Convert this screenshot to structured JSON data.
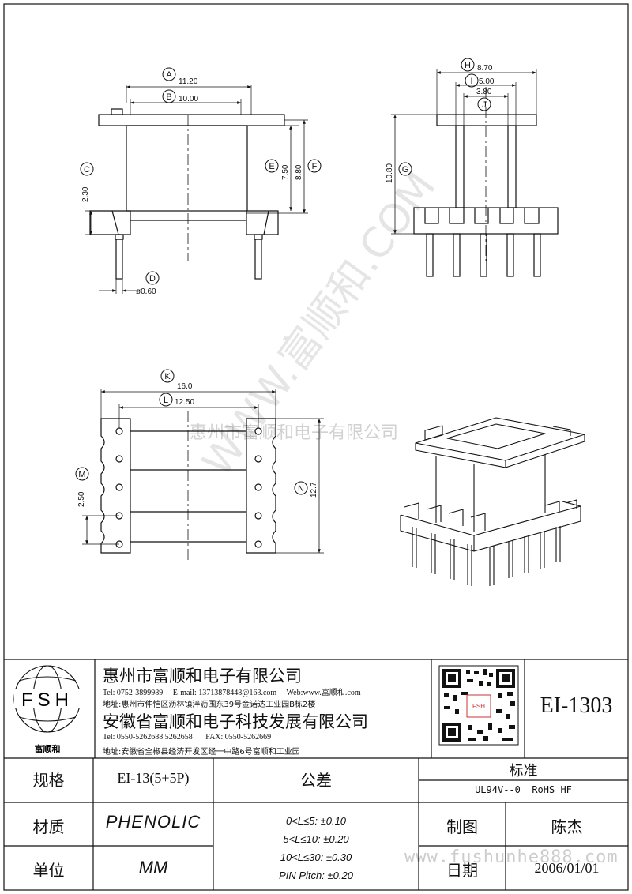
{
  "dimensions": {
    "A": {
      "label": "A",
      "value": "11.20"
    },
    "B": {
      "label": "B",
      "value": "10.00"
    },
    "C": {
      "label": "C",
      "value": "2.30"
    },
    "D": {
      "label": "D",
      "value": "ø0.60"
    },
    "E": {
      "label": "E",
      "value": "7.50"
    },
    "F": {
      "label": "F",
      "value": "8.80"
    },
    "G": {
      "label": "G",
      "value": "10.80"
    },
    "H": {
      "label": "H",
      "value": "8.70"
    },
    "I": {
      "label": "I",
      "value": "5.00"
    },
    "J": {
      "label": "J",
      "value": "3.80"
    },
    "K": {
      "label": "K",
      "value": "16.0"
    },
    "L": {
      "label": "L",
      "value": "12.50"
    },
    "M": {
      "label": "M",
      "value": "2.50"
    },
    "N": {
      "label": "N",
      "value": "12.7"
    }
  },
  "watermarks": {
    "diagonal": "WWW.富顺和.COM",
    "center": "惠州市富顺和电子有限公司",
    "footer": "www.fushunhe888.com"
  },
  "logo": {
    "letters": "FSH",
    "name": "富顺和"
  },
  "company1": {
    "name": "惠州市富顺和电子有限公司",
    "tel_label": "Tel:",
    "tel": "0752-3899989",
    "email_label": "E-mail:",
    "email": "13713878448@163.com",
    "web_label": "Web:",
    "web": "www.富顺和.com",
    "addr_label": "地址:",
    "addr": "惠州市仲恺区沥林镇泮沥围东39号金诺达工业园B栋2楼"
  },
  "company2": {
    "name": "安徽省富顺和电子科技发展有限公司",
    "tel_label": "Tel:",
    "tel": "0550-5262688  5262658",
    "fax_label": "FAX:",
    "fax": "0550-5262669",
    "addr_label": "地址:",
    "addr": "安徽省全椒县经济开发区经一中路6号富顺和工业园"
  },
  "part_number": "EI-1303",
  "table": {
    "spec_label": "规格",
    "spec_value": "EI-13(5+5P)",
    "tolerance_label": "公差",
    "standard_label": "标准",
    "standard_value": "UL94V--0  RoHS HF",
    "material_label": "材质",
    "material_value": "PHENOLIC",
    "tolerances": [
      "0<L≤5: ±0.10",
      "5<L≤10: ±0.20",
      "10<L≤30: ±0.30",
      "PIN Pitch: ±0.20"
    ],
    "drawn_label": "制图",
    "drawn_value": "陈杰",
    "unit_label": "单位",
    "unit_value": "MM",
    "date_label": "日期",
    "date_value": "2006/01/01"
  }
}
